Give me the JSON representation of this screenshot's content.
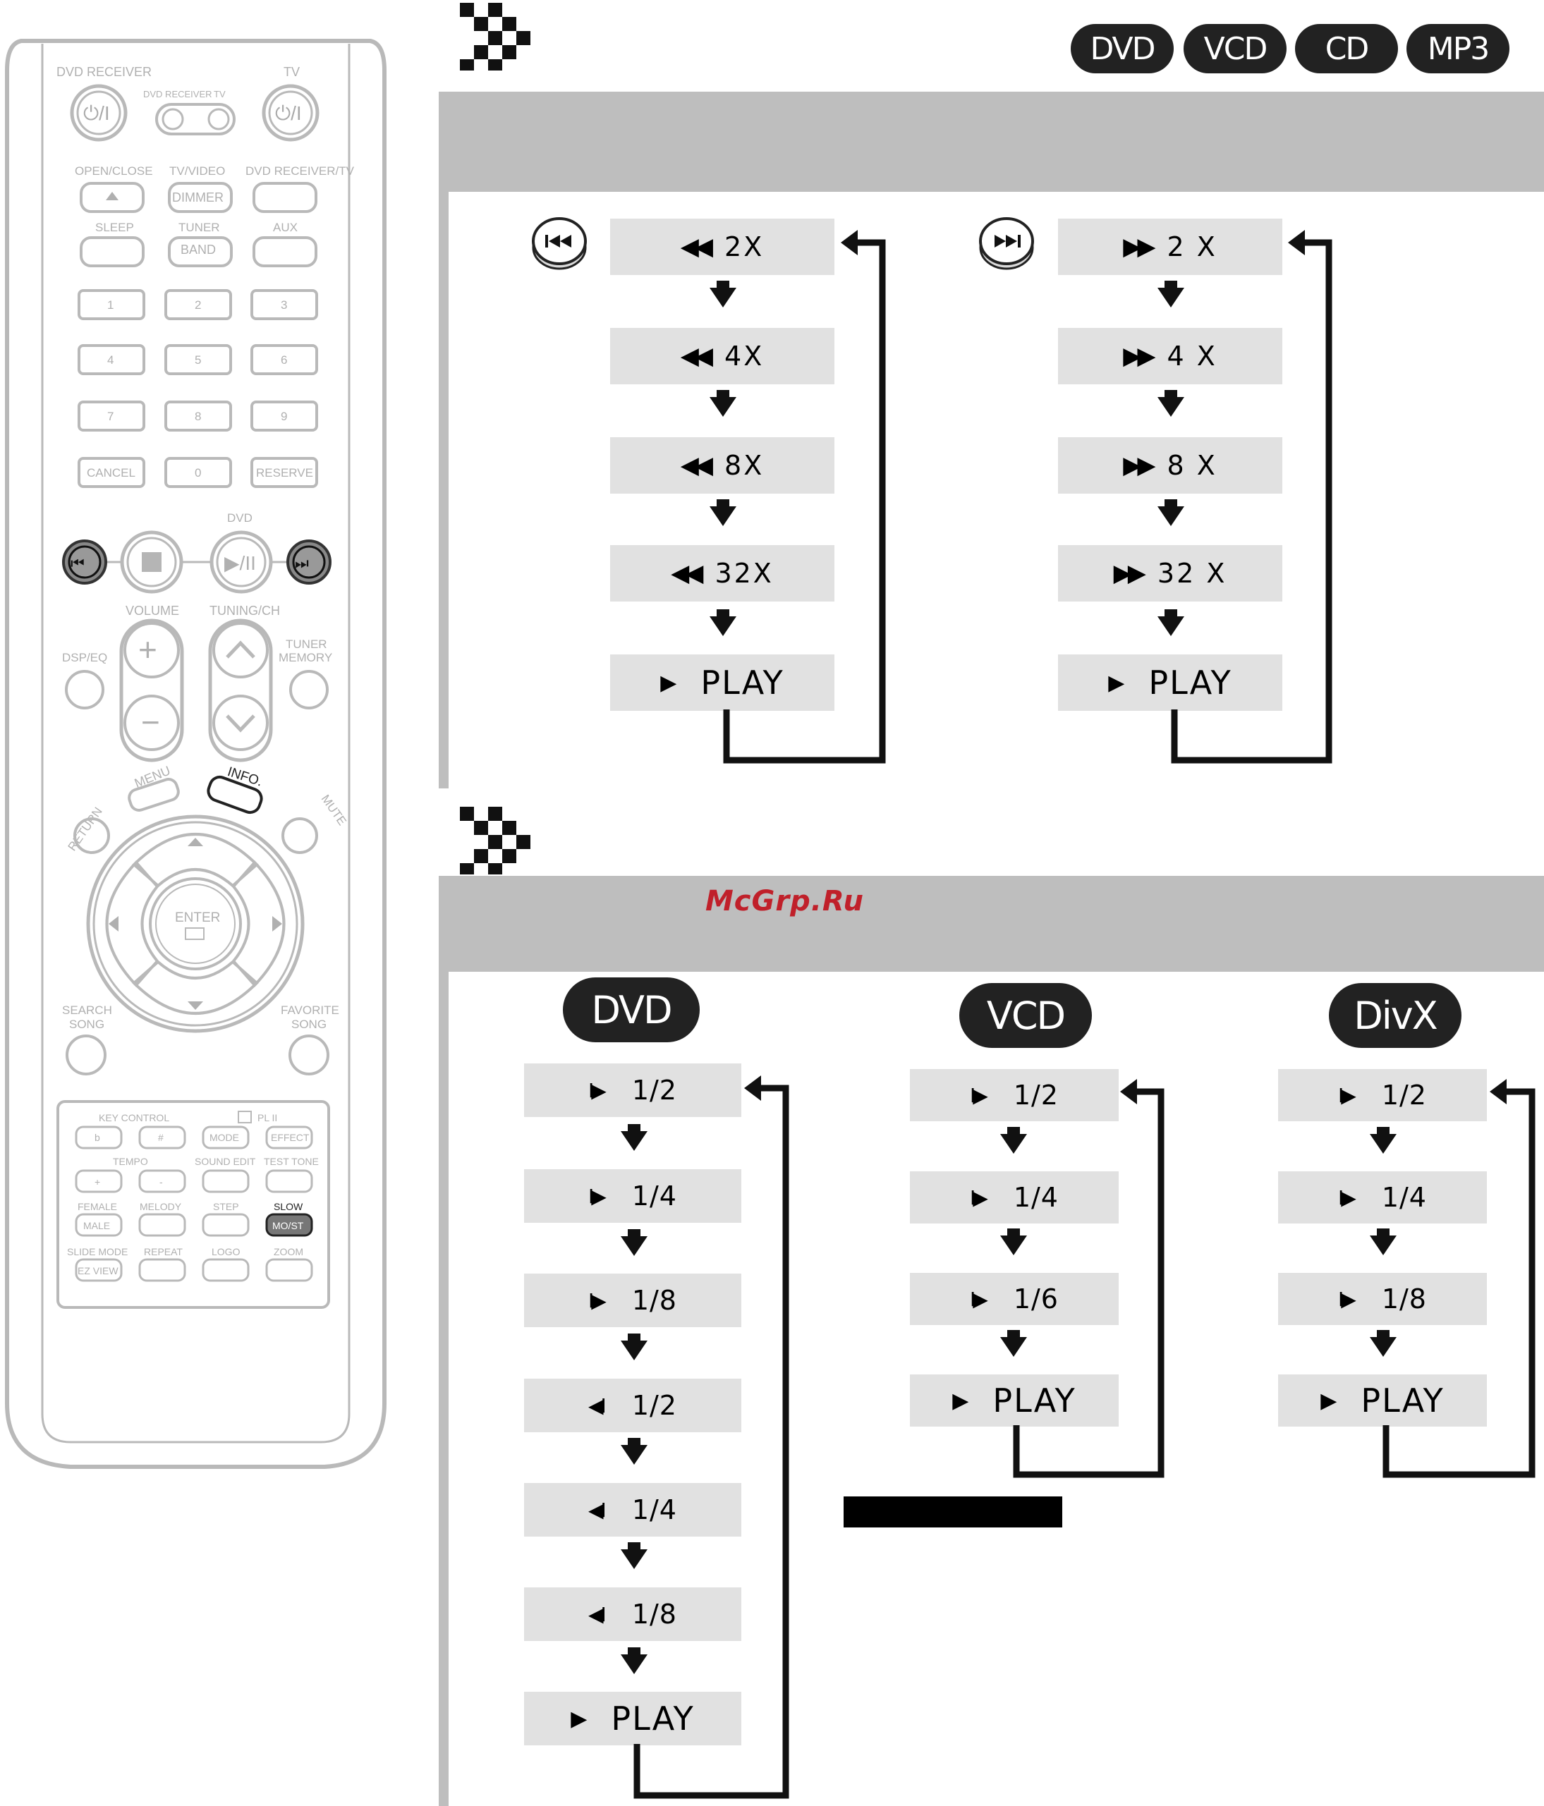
{
  "remote": {
    "labels": {
      "dvd_receiver": "DVD RECEIVER",
      "tv": "TV",
      "dvd_receiver_small": "DVD RECEIVER",
      "tv_small": "TV",
      "open_close": "OPEN/CLOSE",
      "tv_video": "TV/VIDEO",
      "dvd_receiver_tv": "DVD RECEIVER/TV",
      "dimmer": "DIMMER",
      "sleep": "SLEEP",
      "tuner_band_top": "TUNER",
      "tuner_band": "BAND",
      "aux": "AUX",
      "cancel": "CANCEL",
      "reserve": "RESERVE",
      "dvd": "DVD",
      "volume": "VOLUME",
      "tuning_ch": "TUNING/CH",
      "dsp_eq": "DSP/EQ",
      "tuner_memory_1": "TUNER",
      "tuner_memory_2": "MEMORY",
      "menu": "MENU",
      "info": "INFO.",
      "return": "RETURN",
      "mute": "MUTE",
      "enter": "ENTER",
      "search_song_1": "SEARCH",
      "search_song_2": "SONG",
      "favorite_song_1": "FAVORITE",
      "favorite_song_2": "SONG",
      "key_control": "KEY CONTROL",
      "pl2": "PL II",
      "flat": "b",
      "sharp": "#",
      "mode": "MODE",
      "effect": "EFFECT",
      "tempo": "TEMPO",
      "sound_edit": "SOUND EDIT",
      "test_tone": "TEST TONE",
      "plus": "+",
      "minus": "-",
      "female": "FEMALE",
      "melody": "MELODY",
      "step": "STEP",
      "slow": "SLOW",
      "male": "MALE",
      "moist": "MO/ST",
      "slide_mode": "SLIDE MODE",
      "repeat": "REPEAT",
      "logo": "LOGO",
      "zoom": "ZOOM",
      "ez_view": "EZ VIEW"
    },
    "digits": [
      "1",
      "2",
      "3",
      "4",
      "5",
      "6",
      "7",
      "8",
      "9",
      "0"
    ]
  },
  "section1": {
    "discs": [
      "DVD",
      "VCD",
      "CD",
      "MP3"
    ],
    "rewind": {
      "steps": [
        "2X",
        "4X",
        "8X",
        "32X"
      ],
      "play": "PLAY"
    },
    "forward": {
      "steps": [
        "2 X",
        "4 X",
        "8 X",
        "32 X"
      ],
      "play": "PLAY"
    }
  },
  "watermark": "McGrp.Ru",
  "section2": {
    "dvd": {
      "badge": "DVD",
      "forward_steps": [
        "1/2",
        "1/4",
        "1/8"
      ],
      "reverse_steps": [
        "1/2",
        "1/4",
        "1/8"
      ],
      "play": "PLAY"
    },
    "vcd": {
      "badge": "VCD",
      "forward_steps": [
        "1/2",
        "1/4",
        "1/6"
      ],
      "play": "PLAY"
    },
    "divx": {
      "badge": "DivX",
      "forward_steps": [
        "1/2",
        "1/4",
        "1/8"
      ],
      "play": "PLAY"
    }
  }
}
